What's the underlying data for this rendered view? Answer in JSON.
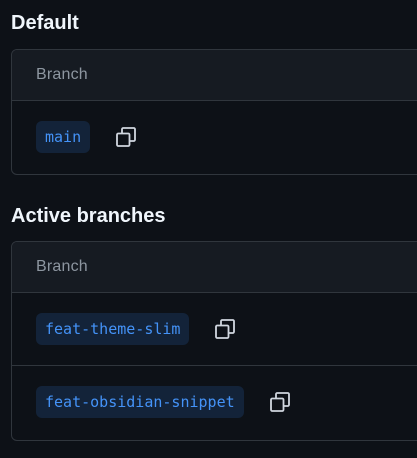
{
  "default_section": {
    "title": "Default",
    "column_header": "Branch",
    "branches": [
      {
        "name": "main"
      }
    ]
  },
  "active_section": {
    "title": "Active branches",
    "column_header": "Branch",
    "branches": [
      {
        "name": "feat-theme-slim"
      },
      {
        "name": "feat-obsidian-snippet"
      }
    ]
  },
  "colors": {
    "background": "#0d1117",
    "border": "#30363d",
    "header_bg": "#161b22",
    "branch_chip_bg": "#132339",
    "branch_chip_text": "#4493f8",
    "muted_text": "#8d96a0",
    "icon": "#d1d7e0"
  },
  "icons": {
    "copy": "copy-icon"
  }
}
